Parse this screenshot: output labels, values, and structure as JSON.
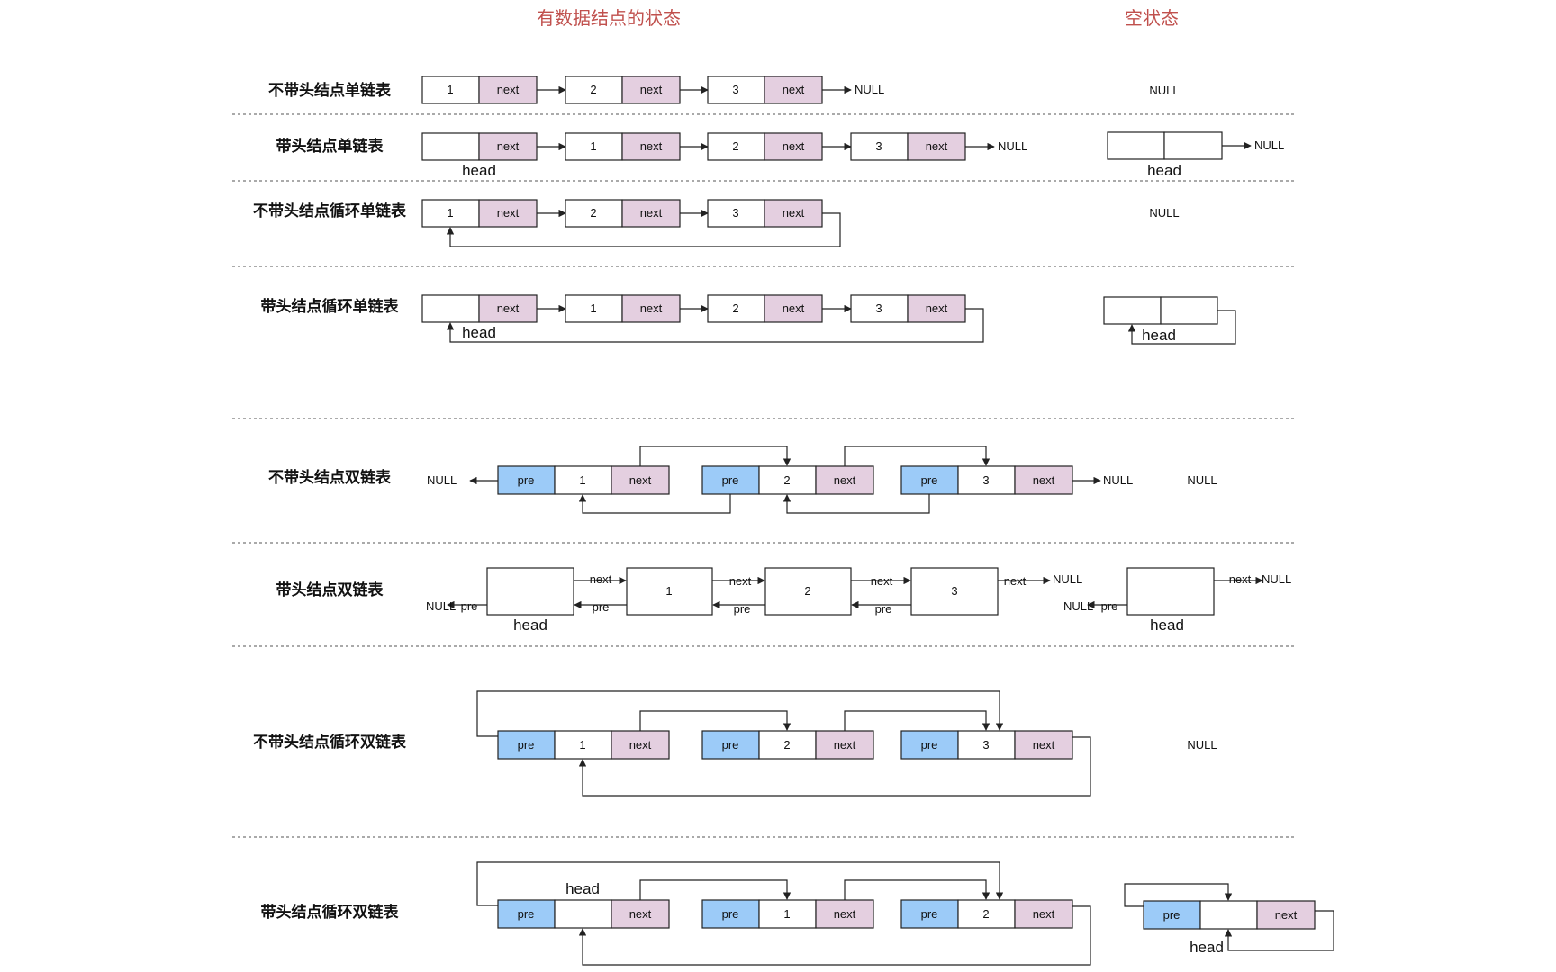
{
  "headers": {
    "with_data": "有数据结点的状态",
    "empty": "空状态"
  },
  "rows": {
    "r1": "不带头结点单链表",
    "r2": "带头结点单链表",
    "r3": "不带头结点循环单链表",
    "r4": "带头结点循环单链表",
    "r5": "不带头结点双链表",
    "r6": "带头结点双链表",
    "r7": "不带头结点循环双链表",
    "r8": "带头结点循环双链表"
  },
  "text": {
    "next": "next",
    "pre": "pre",
    "null": "NULL",
    "head": "head",
    "v1": "1",
    "v2": "2",
    "v3": "3"
  },
  "colors": {
    "header": "#c0504d",
    "pink": "#e4cfe0",
    "blue": "#9ccbf8",
    "white": "#ffffff",
    "stroke": "#222222"
  }
}
